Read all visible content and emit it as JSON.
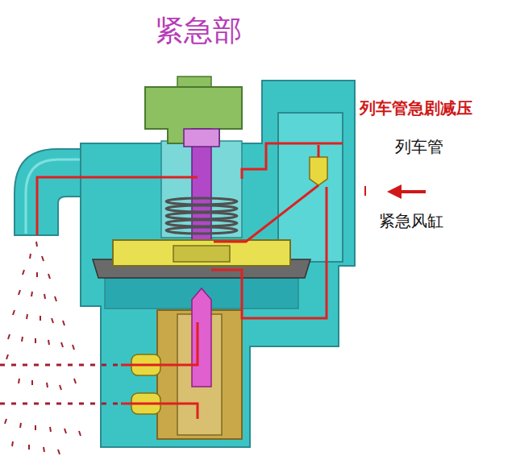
{
  "diagram": {
    "title": "紧急部",
    "labels": [
      "列车管急剧减压",
      "列车管",
      "紧急风缸"
    ]
  }
}
